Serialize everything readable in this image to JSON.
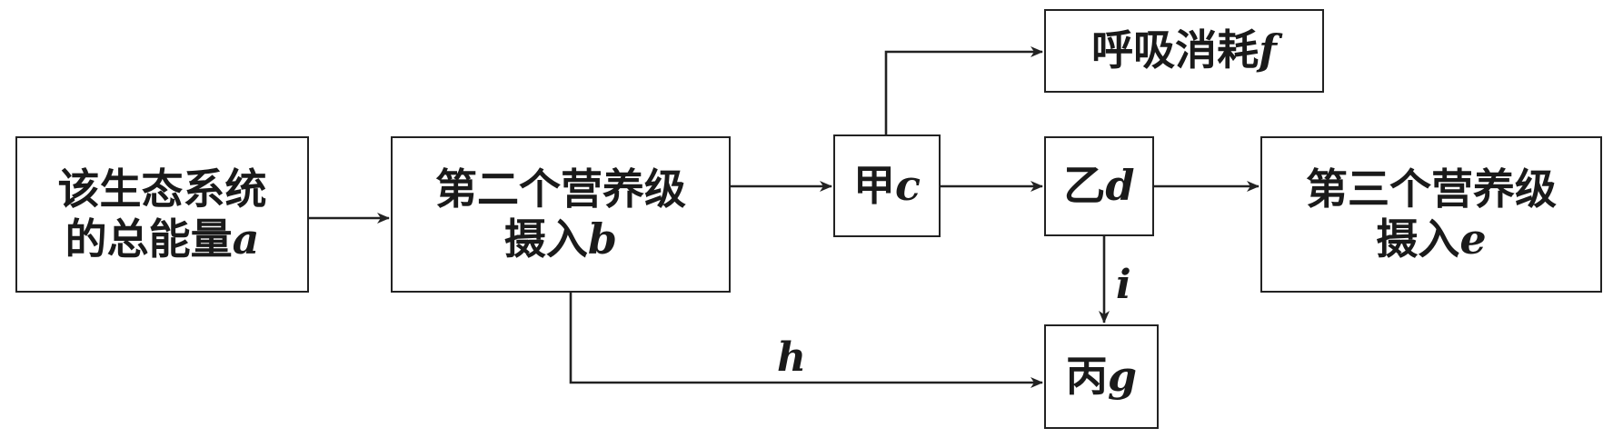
{
  "colors": {
    "stroke": "#222222",
    "text": "#1a1a1a",
    "background": "#ffffff"
  },
  "nodes": {
    "total_energy": {
      "line1": "该生态系统",
      "line2": "的总能量",
      "var": "a"
    },
    "second_level": {
      "line1": "第二个营养级",
      "line2": "摄入",
      "var": "b"
    },
    "jia": {
      "label": "甲",
      "var": "c"
    },
    "respiration": {
      "label": "呼吸消耗",
      "var": "f"
    },
    "yi": {
      "label": "乙",
      "var": "d"
    },
    "third_level": {
      "line1": "第三个营养级",
      "line2": "摄入",
      "var": "e"
    },
    "bing": {
      "label": "丙",
      "var": "g"
    }
  },
  "edges": {
    "h_label": "h",
    "i_label": "i"
  }
}
